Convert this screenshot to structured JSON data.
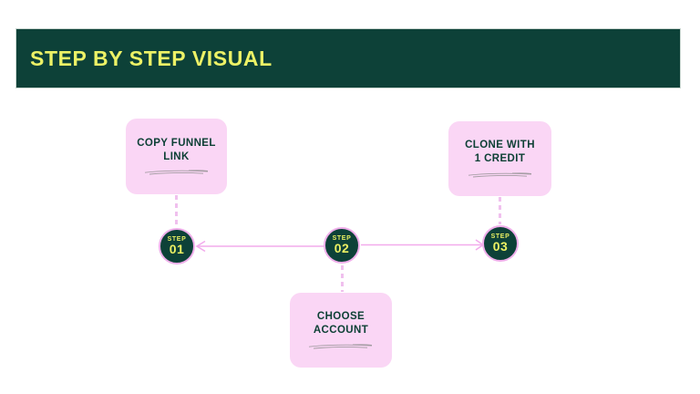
{
  "header": {
    "title": "STEP BY STEP VISUAL"
  },
  "diagram": {
    "boxes": [
      {
        "name": "copy-funnel-link",
        "label": "COPY FUNNEL\nLINK"
      },
      {
        "name": "clone-with-1-credit",
        "label": "CLONE WITH\n1 CREDIT"
      },
      {
        "name": "choose-account",
        "label": "CHOOSE\nACCOUNT"
      }
    ],
    "steps": [
      {
        "kicker": "STEP",
        "number": "01"
      },
      {
        "kicker": "STEP",
        "number": "02"
      },
      {
        "kicker": "STEP",
        "number": "03"
      }
    ]
  },
  "colors": {
    "header_bg": "#0d4138",
    "title_text": "#edf266",
    "box_bg": "#fad6f5",
    "box_text": "#0d4035",
    "circle_bg": "#0d4138",
    "circle_border": "#efaeea",
    "circle_text": "#edf163",
    "connector_line": "#f2abec",
    "dashed_line": "#f0c0ee",
    "scribble": "#8d8d8d",
    "page_bg": "#ffffff"
  }
}
